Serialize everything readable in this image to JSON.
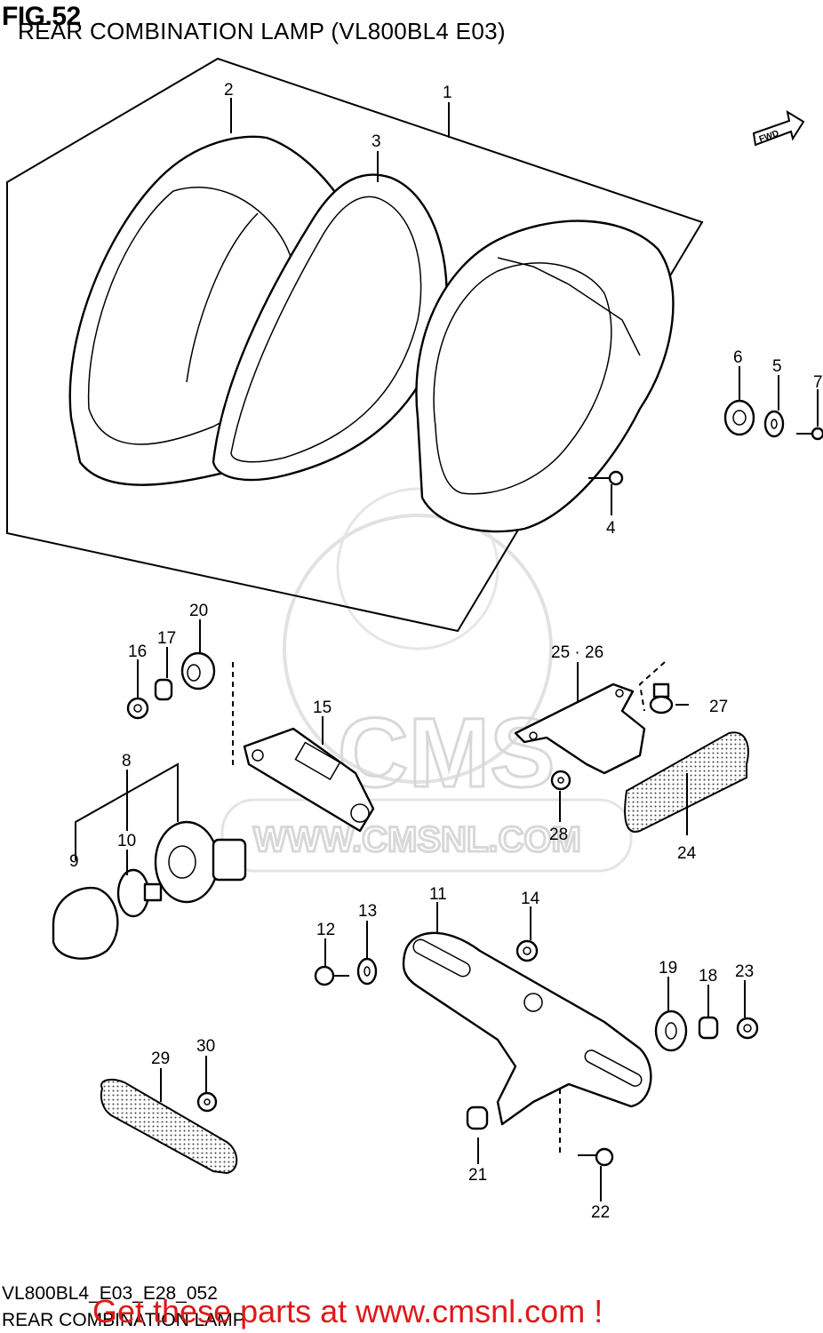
{
  "header": {
    "fig_number": "FIG.52",
    "title": "REAR COMBINATION LAMP (VL800BL4 E03)"
  },
  "fwd_label": "FWD",
  "watermark": {
    "brand": "CMS",
    "url": "WWW.CMSNL.COM"
  },
  "callouts": [
    "1",
    "2",
    "3",
    "4",
    "5",
    "6",
    "7",
    "8",
    "9",
    "10",
    "11",
    "12",
    "13",
    "14",
    "15",
    "16",
    "17",
    "18",
    "19",
    "20",
    "21",
    "22",
    "23",
    "24",
    "25 · 26",
    "27",
    "28",
    "29",
    "30"
  ],
  "footer": {
    "diagram_code": "VL800BL4_E03_E28_052",
    "caption": "REAR COMBINATION LAMP",
    "cta": "Get these parts at www.cmsnl.com !",
    "cta_color": "#e01818"
  }
}
